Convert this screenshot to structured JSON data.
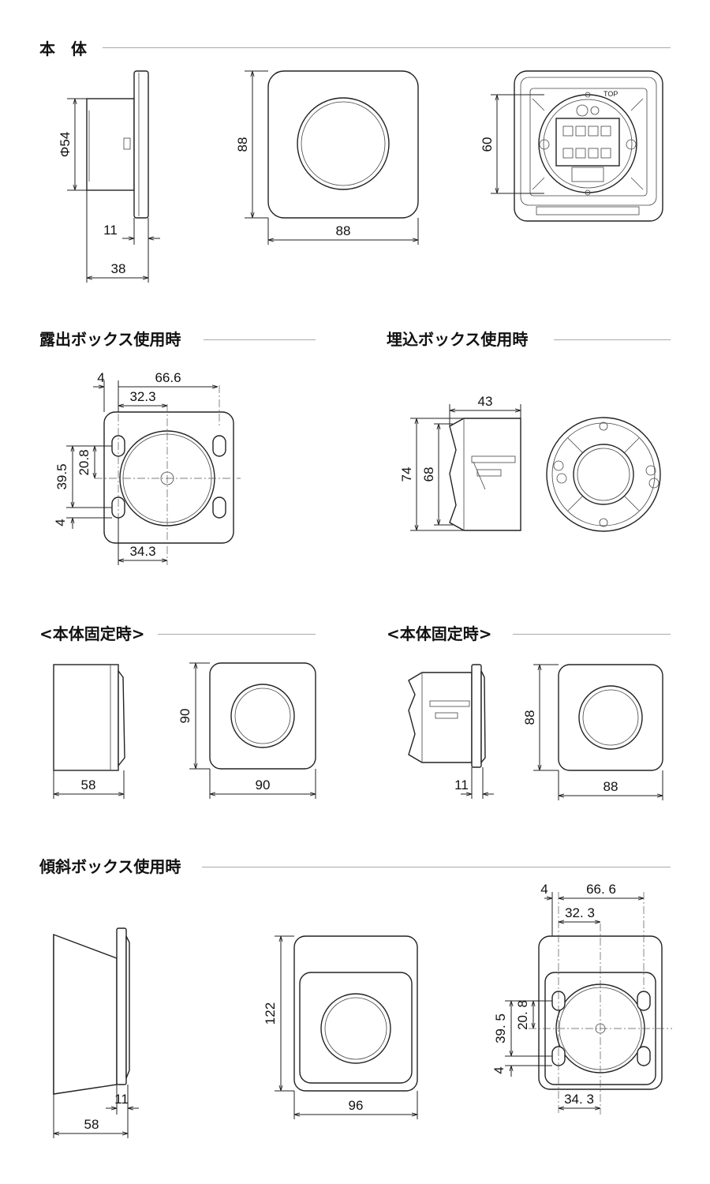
{
  "sections": {
    "main_body": "本　体",
    "exposed_box": "露出ボックス使用時",
    "embedded_box": "埋込ボックス使用時",
    "fixed_left": "<本体固定時>",
    "fixed_right": "<本体固定時>",
    "inclined_box": "傾斜ボックス使用時"
  },
  "dims": {
    "phi54": "Φ54",
    "d11_a": "11",
    "d38": "38",
    "d88_h": "88",
    "d88_w": "88",
    "d60": "60",
    "top_mark": "TOP",
    "ex_4_top": "4",
    "ex_66_6": "66.6",
    "ex_32_3": "32.3",
    "ex_39_5": "39.5",
    "ex_20_8": "20.8",
    "ex_4_side": "4",
    "ex_34_3": "34.3",
    "em_43": "43",
    "em_74": "74",
    "em_68": "68",
    "fl_90_h": "90",
    "fl_58": "58",
    "fl_90_w": "90",
    "fr_88_h": "88",
    "fr_11": "11",
    "fr_88_w": "88",
    "in_122": "122",
    "in_96": "96",
    "in_11": "11",
    "in_58": "58",
    "in_4_top": "4",
    "in_66_6": "66. 6",
    "in_32_3": "32. 3",
    "in_39_5": "39. 5",
    "in_20_8": "20. 8",
    "in_4_side": "4",
    "in_34_3": "34. 3"
  }
}
